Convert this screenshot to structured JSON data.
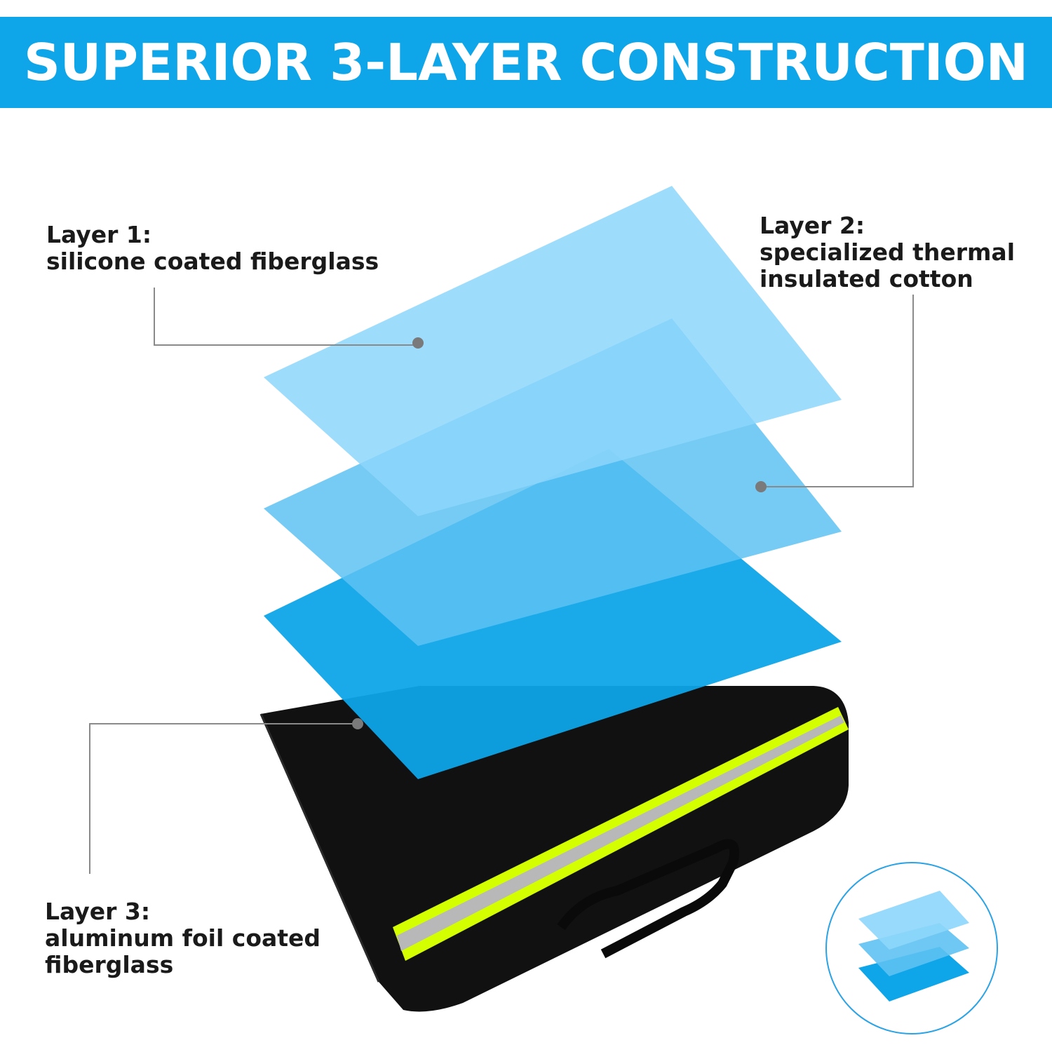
{
  "banner": {
    "title": "SUPERIOR 3-LAYER CONSTRUCTION",
    "background_color": "#0ea5e9"
  },
  "layers": [
    {
      "heading": "Layer 1:",
      "description_lines": [
        "silicone coated fiberglass"
      ],
      "color": "#7dd3fc"
    },
    {
      "heading": "Layer 2:",
      "description_lines": [
        "specialized thermal",
        "insulated cotton"
      ],
      "color": "#38bdf8"
    },
    {
      "heading": "Layer 3:",
      "description_lines": [
        "aluminum foil coated",
        "fiberglass"
      ],
      "color": "#0ea5e9"
    }
  ],
  "colors": {
    "leader_line": "#8a8a8a",
    "bag_body": "#111111",
    "reflective_stripe": "#d4ff00",
    "stripe_center": "#b8b8b8",
    "badge_ring": "#2aa3e6"
  },
  "icons": [
    "layers-badge-icon",
    "fire-safe-bag-icon",
    "reflective-stripe-icon",
    "handle-icon"
  ]
}
